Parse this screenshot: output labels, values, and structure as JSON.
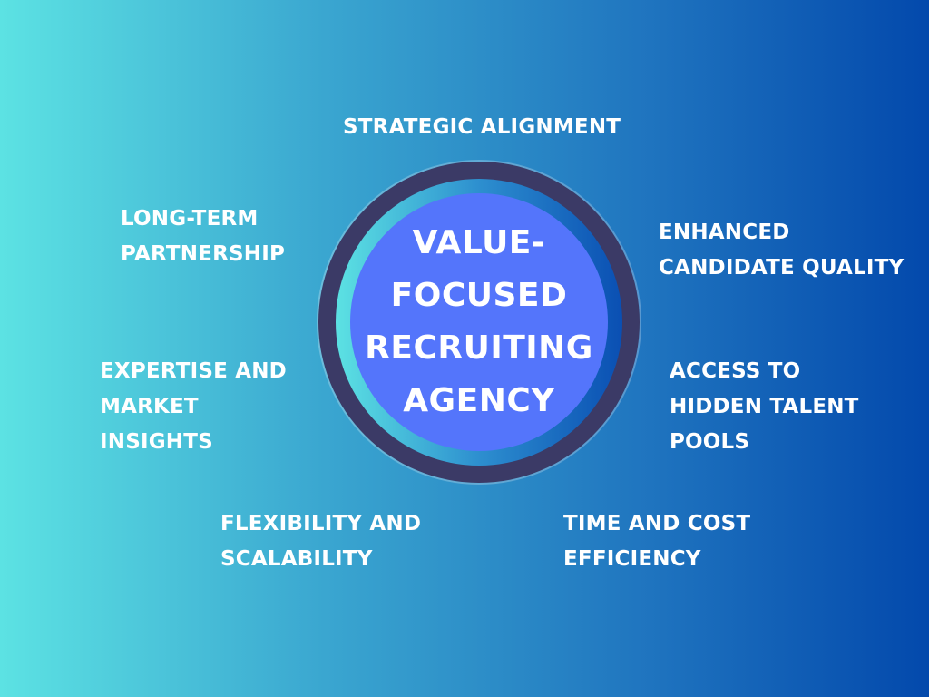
{
  "center": {
    "title": "VALUE-\nFOCUSED\nRECRUITING\nAGENCY"
  },
  "items": {
    "strategic_alignment": "STRATEGIC ALIGNMENT",
    "enhanced_candidate_quality": "ENHANCED\nCANDIDATE QUALITY",
    "access_hidden_talent": "ACCESS TO\nHIDDEN TALENT\nPOOLS",
    "time_cost_efficiency": "TIME AND COST\nEFFICIENCY",
    "flexibility_scalability": "FLEXIBILITY AND\nSCALABILITY",
    "expertise_market_insights": "EXPERTISE AND\nMARKET\nINSIGHTS",
    "long_term_partnership": "LONG-TERM\nPARTNERSHIP"
  },
  "colors": {
    "background_start": "#5ce2e3",
    "background_end": "#0349ac",
    "ring_outer": "#3b3a66",
    "ring_inner_fill": "#5475fb",
    "text": "#ffffff"
  }
}
